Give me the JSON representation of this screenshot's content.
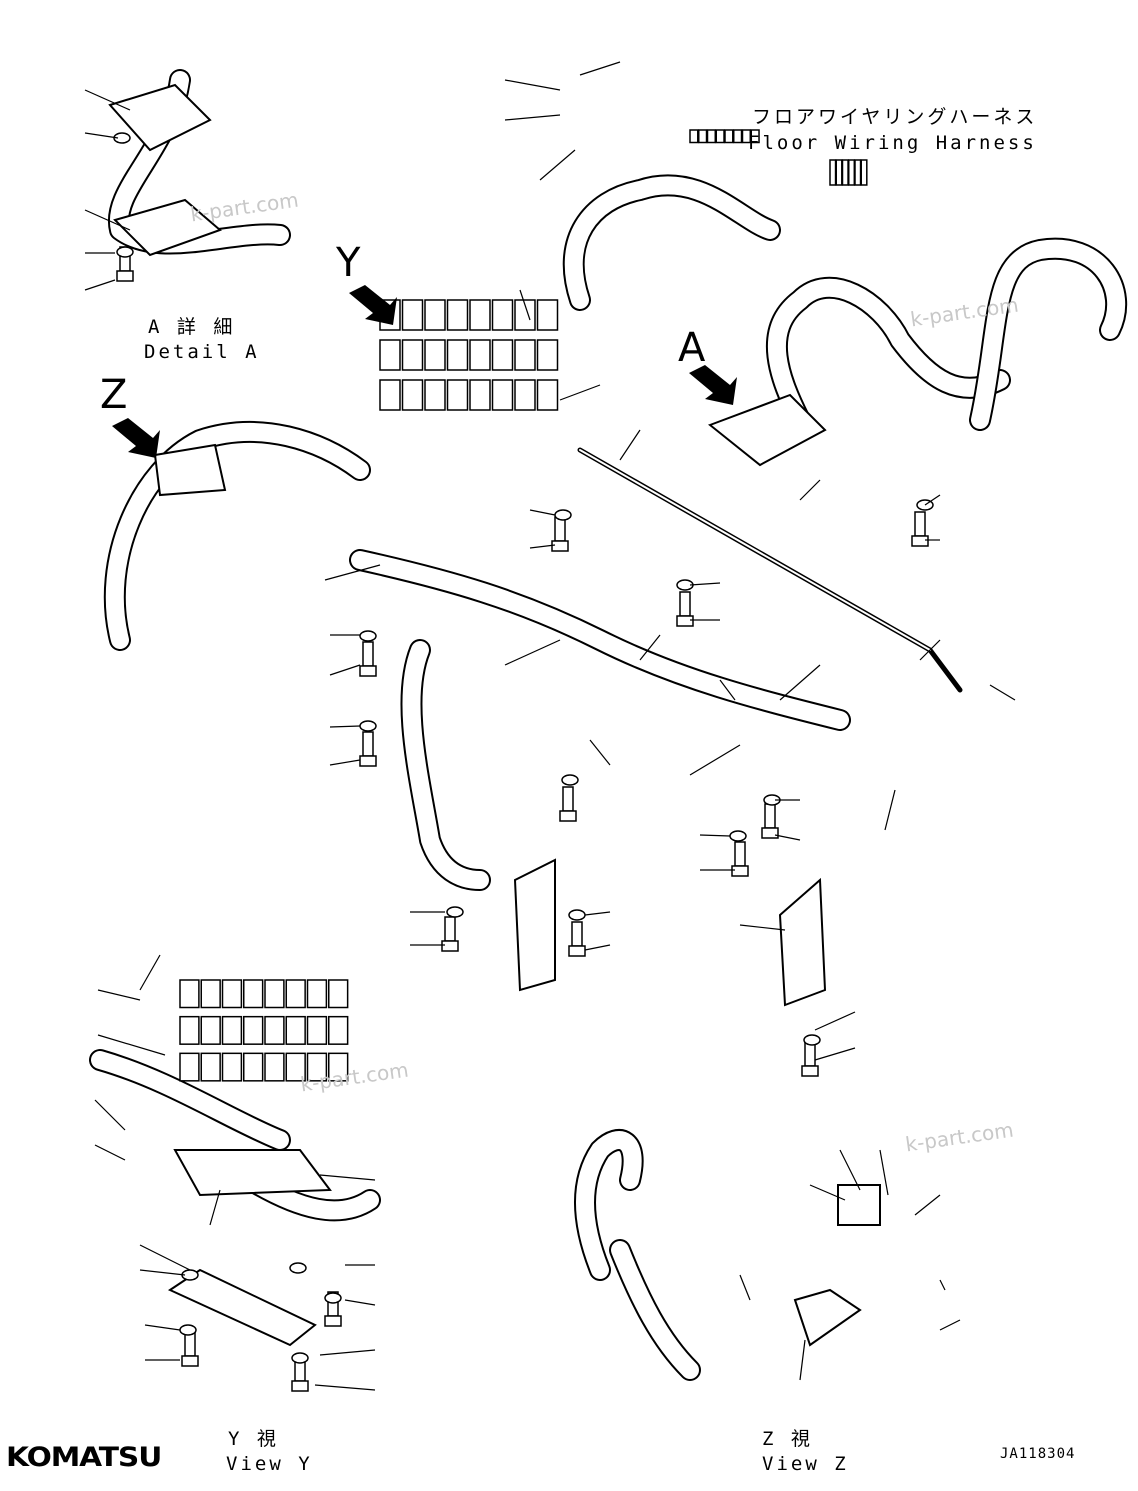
{
  "harness_label": {
    "jp": "フロアワイヤリングハーネス",
    "en": "Floor Wiring Harness"
  },
  "detail_a": {
    "jp": "A 詳 細",
    "en": "Detail A"
  },
  "view_markers": {
    "y": "Y",
    "z": "Z",
    "a": "A"
  },
  "view_y": {
    "jp": "Y 視",
    "en": "View Y"
  },
  "view_z": {
    "jp": "Z 視",
    "en": "View Z"
  },
  "drawing_code": "JA118304",
  "logo": "KOMATSU",
  "watermark": "k-part.com",
  "colors": {
    "line": "#000000",
    "watermark": "#c8c8c8",
    "background": "#ffffff"
  }
}
